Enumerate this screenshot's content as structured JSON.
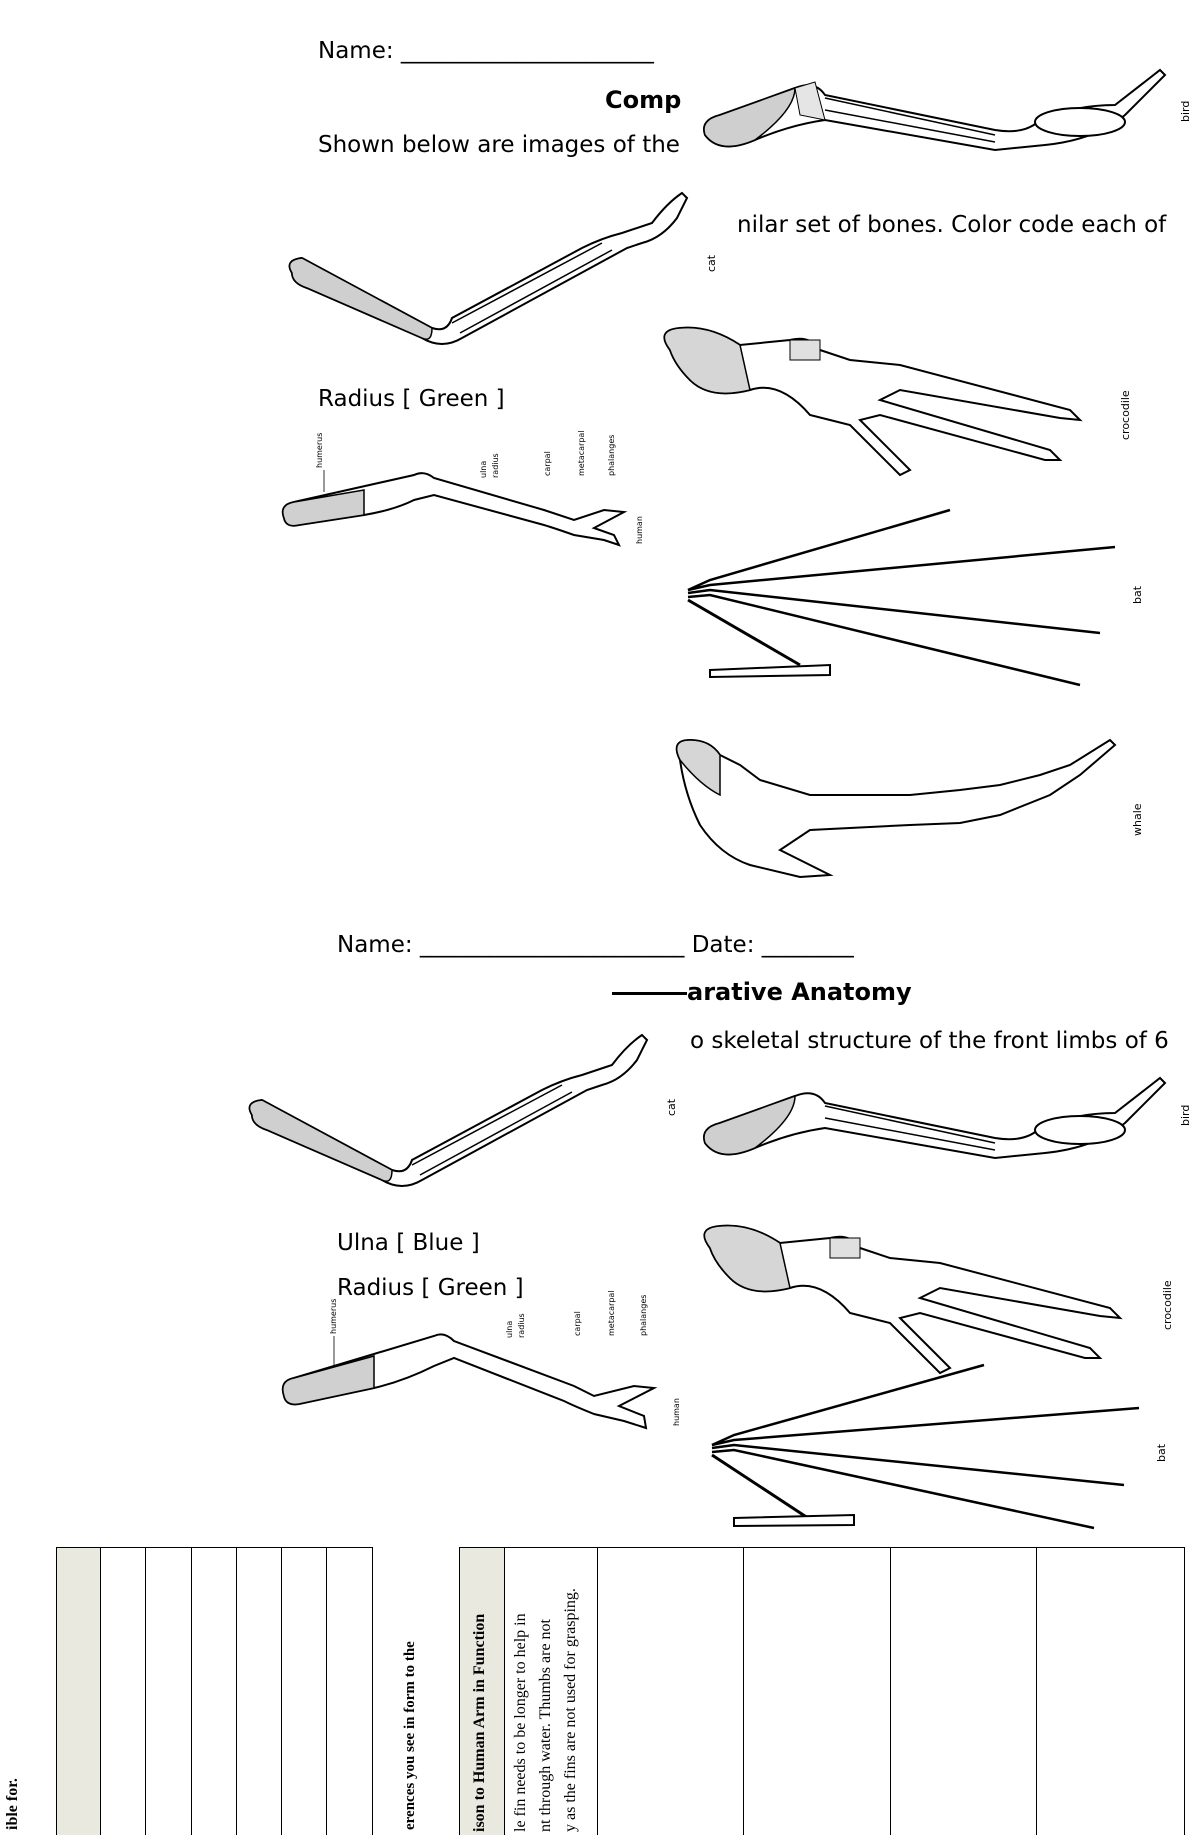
{
  "page1": {
    "name_label": "Name: ______________________",
    "title_partial": "Comp",
    "intro_partial": "Shown below are images of the",
    "instruction_partial": "nilar set of bones. Color code each of",
    "radius_label": "Radius [ Green ]"
  },
  "page2": {
    "name_date_label": "Name: _______________________ Date: ________",
    "title_partial": "arative Anatomy",
    "intro_partial": "o skeletal structure of the front limbs of 6",
    "ulna_label": "Ulna [ Blue ]",
    "radius_label_partial": "Radius [ Green ]"
  },
  "animals": {
    "bird": "bird",
    "cat": "cat",
    "crocodile": "crocodile",
    "bat": "bat",
    "whale": "whale",
    "human": "human"
  },
  "bone_labels": {
    "humerus": "humerus",
    "ulna": "ulna",
    "radius": "radius",
    "carpal": "carpal",
    "metacarpal": "metacarpal",
    "phalanges": "phalanges"
  },
  "table": {
    "left_text": "ible for.",
    "middle_text": "erences you see in form to the",
    "header": "ison to Human Arm in Function",
    "example_lines": [
      "le fin needs to be longer to help in",
      "nt through water.  Thumbs are not",
      "y as the fins are not used for grasping."
    ]
  },
  "colors": {
    "ink": "#000000",
    "stipple": "#bdbdbd",
    "header_fill": "#e9e9df"
  }
}
